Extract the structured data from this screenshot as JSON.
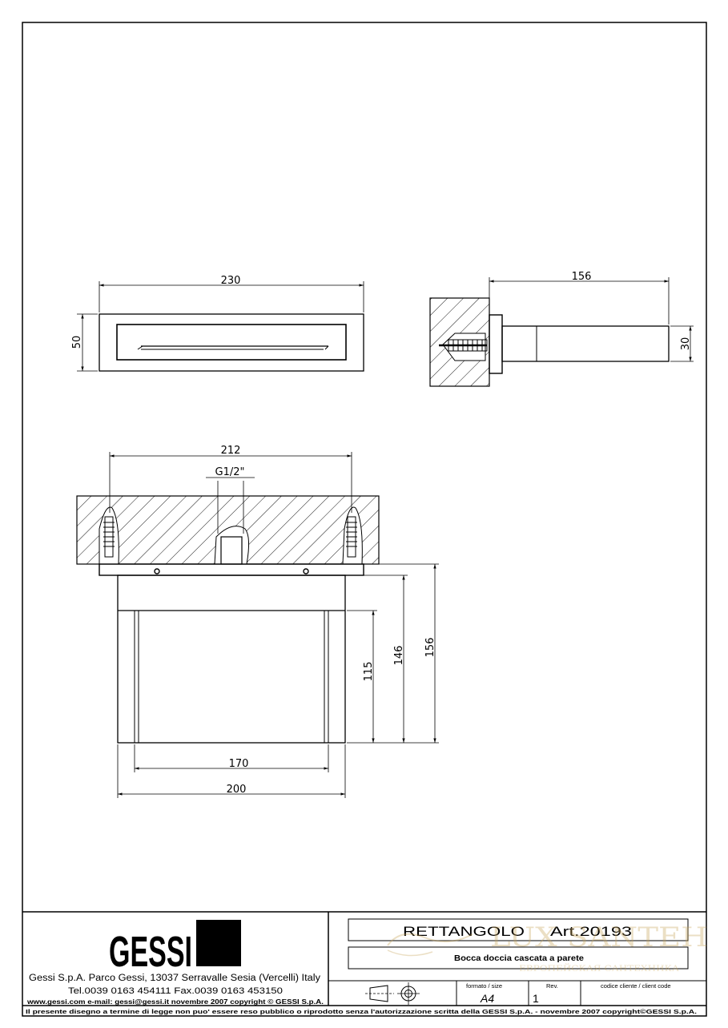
{
  "drawing": {
    "top_view": {
      "width_label": "230",
      "height_label": "50"
    },
    "side_view": {
      "length_label": "156",
      "height_label": "30"
    },
    "front_view": {
      "top_width_label": "212",
      "connection_label": "G1/2\"",
      "h115_label": "115",
      "h146_label": "146",
      "h156_label": "156",
      "w170_label": "170",
      "w200_label": "200"
    }
  },
  "title_block": {
    "logo_text": "GESSI",
    "company_line1": "Gessi S.p.A. Parco Gessi, 13037 Serravalle Sesia (Vercelli) Italy",
    "company_line2": "Tel.0039  0163  454111  Fax.0039  0163  453150",
    "company_line3": "www.gessi.com  e-mail: gessi@gessi.it  novembre  2007  copyright © GESSI  S.p.A.",
    "product_name": "RETTANGOLO",
    "article": "Art.20193",
    "description": "Bocca doccia cascata a parete",
    "format_header": "formato / size",
    "format_value": "A4",
    "rev_header": "Rev.",
    "rev_value": "1",
    "client_code_header": "codice cliente / client code",
    "footer_note": "Il presente disegno a termine di legge non puo' essere reso pubblico o riprodotto senza l'autorizzazione scritta della GESSI S.p.A. - novembre 2007  copyright©GESSI  S.p.A."
  },
  "watermark": {
    "brand": "LUX SANTEH",
    "tagline": "ЕВРОПЕЙСКАЯ САНТЕХНИКА"
  }
}
